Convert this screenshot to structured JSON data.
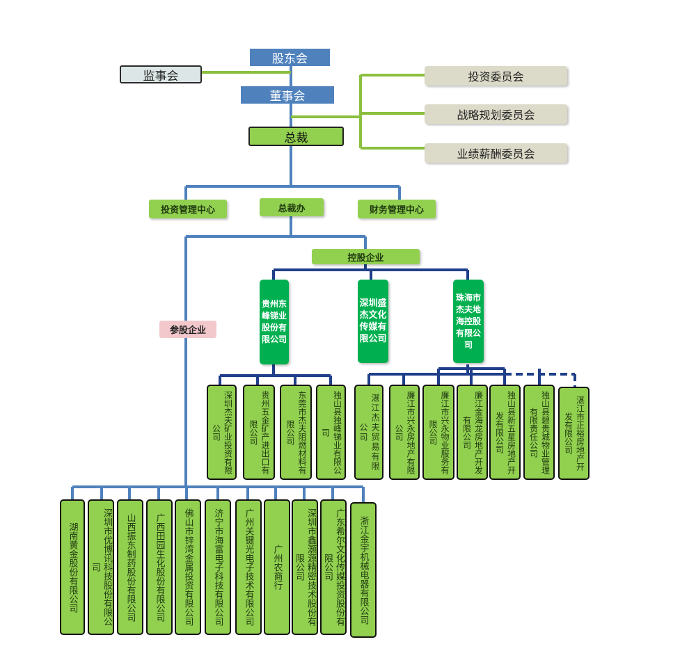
{
  "top": {
    "shareholders": "股东会",
    "board": "董事会",
    "supervisory": "监事会",
    "ceo": "总裁"
  },
  "committees": [
    "投资委员会",
    "战略规划委员会",
    "业绩薪酬委员会"
  ],
  "departments": {
    "investment_mgmt": "投资管理中心",
    "ceo_office": "总裁办",
    "finance_mgmt": "财务管理中心"
  },
  "holding_label": "控股企业",
  "participating_label": "参股企业",
  "holding_companies": [
    {
      "name": "贵州东峰锑业股份有限公司",
      "subs": [
        "深圳杰夫矿业投资有限公司",
        "贵州五金矿产进出口有限公司",
        "东莞市杰夫阻燃材料有限公司",
        "独山县独峰锑业有限公司"
      ]
    },
    {
      "name": "深圳盛杰文化传媒有限公司",
      "subs": []
    },
    {
      "name": "珠海市杰夫地海控股有限公司",
      "subs": [
        "湛江杰夫贸易有限公司",
        "廉江市兴永房地产有限公司",
        "廉江市兴永物业服务有限公司",
        "廉江金海龙房地产开发有限公司",
        "独山县新五星房地产开发有限公司",
        "独山县碧贵城物业管理有限责任公司",
        "湛江市正裕房地产开发有限公司"
      ]
    }
  ],
  "participating_companies": [
    "湖南黄金股份有限公司",
    "深圳市优博讯科技股份有限公司",
    "山西振东制药股份有限公司",
    "广西田园生化股份有限公司",
    "佛山市锌湾金属投资有限公司",
    "济宁市海富电子科技有限公司",
    "广州关键光电子技术有限公司",
    "广州农商行",
    "深圳市鑫灏源精密技术股份有限公司",
    "广东希尔文化传媒投资股份有限公司",
    "浙江金宇机械电器有限公司"
  ],
  "colors": {
    "blue_line": "#4f81bd",
    "navy_line": "#1f3f8a",
    "green_line": "#8bbf3f",
    "green_box": "#92d050",
    "dark_green_box": "#00b050"
  }
}
